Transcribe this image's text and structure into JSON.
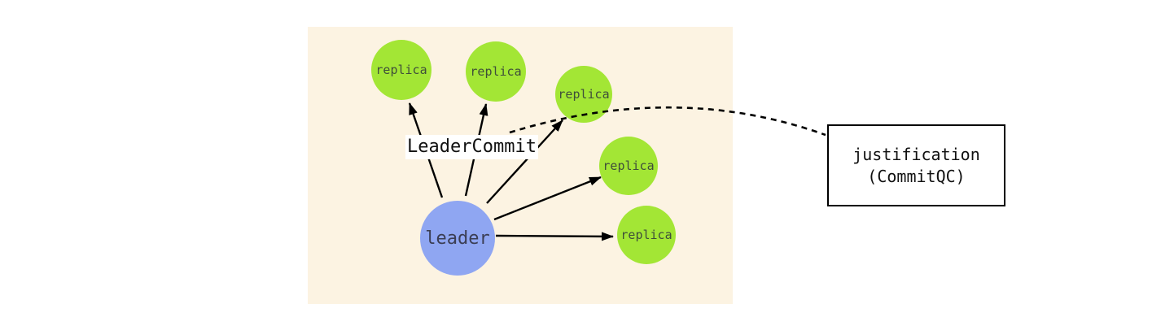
{
  "diagram": {
    "leader": {
      "label": "leader"
    },
    "replicas": [
      {
        "label": "replica"
      },
      {
        "label": "replica"
      },
      {
        "label": "replica"
      },
      {
        "label": "replica"
      },
      {
        "label": "replica"
      }
    ],
    "message_label": "LeaderCommit",
    "annotation": {
      "line1": "justification",
      "line2": "(CommitQC)"
    },
    "edges": [
      {
        "from": "leader",
        "to": "replica-1",
        "style": "solid-arrow"
      },
      {
        "from": "leader",
        "to": "replica-2",
        "style": "solid-arrow"
      },
      {
        "from": "leader",
        "to": "replica-3",
        "style": "solid-arrow"
      },
      {
        "from": "leader",
        "to": "replica-4",
        "style": "solid-arrow"
      },
      {
        "from": "leader",
        "to": "replica-5",
        "style": "solid-arrow"
      },
      {
        "from": "leadercommit-label",
        "to": "justification-box",
        "style": "dashed-curve"
      }
    ]
  },
  "colors": {
    "page_background": "#ffffff",
    "panel_background": "#fcf3e2",
    "replica_fill": "#a3e635",
    "replica_text": "#3f4e3a",
    "leader_fill": "#8fa6f2",
    "leader_text": "#3b3e54",
    "arrow": "#000000",
    "label_background": "#ffffff",
    "annotation_border": "#000000",
    "annotation_background": "#ffffff"
  }
}
